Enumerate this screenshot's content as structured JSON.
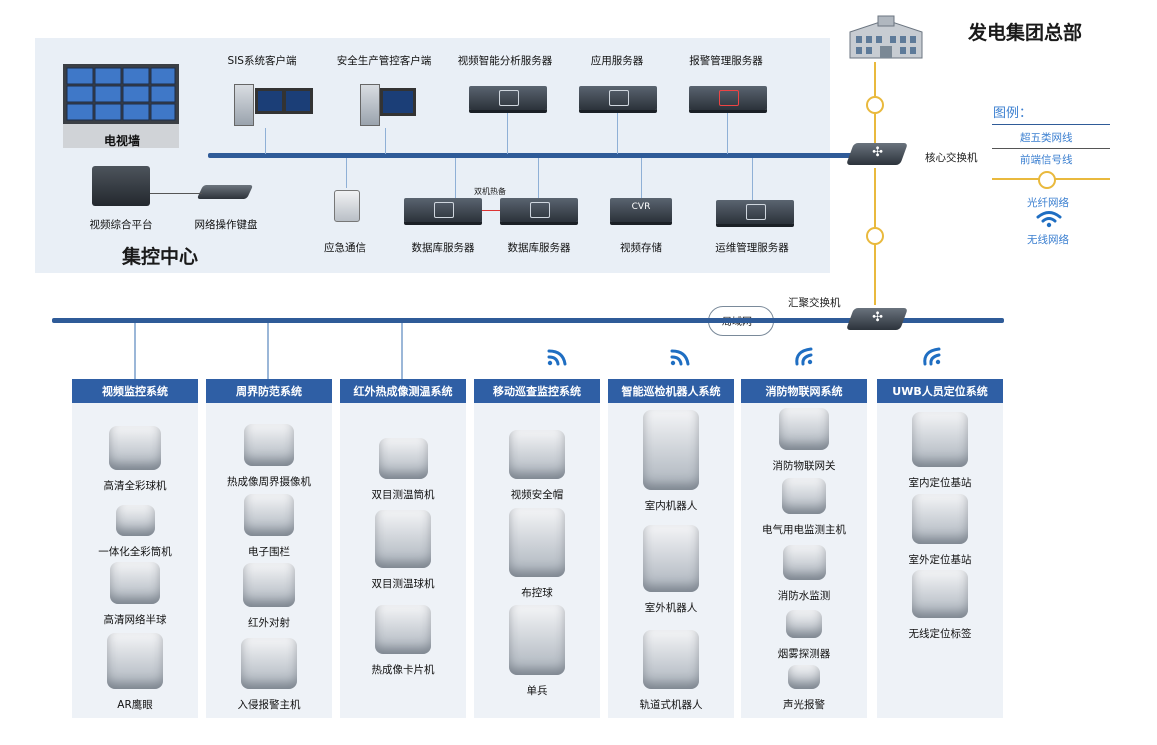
{
  "hq": {
    "title": "发电集团总部"
  },
  "center": {
    "title": "集控中心",
    "video_wall_label": "电视墙",
    "top_devices": [
      "SIS系统客户端",
      "安全生产管控客户端",
      "视频智能分析服务器",
      "应用服务器",
      "报警管理服务器"
    ],
    "left_devices": [
      "视频综合平台",
      "网络操作键盘"
    ],
    "bottom_devices": [
      "应急通信",
      "数据库服务器",
      "数据库服务器",
      "视频存储",
      "运维管理服务器"
    ],
    "hot_standby": "双机热备",
    "cvr_text": "CVR"
  },
  "switches": {
    "core": "核心交换机",
    "aggregation": "汇聚交换机",
    "lan": "局域网"
  },
  "legend": {
    "title": "图例：",
    "items": [
      "超五类网线",
      "前端信号线",
      "光纤网络",
      "无线网络"
    ],
    "colors": {
      "cat5": "#2f5b98",
      "signal": "#555555",
      "fiber": "#e9b93d",
      "wireless": "#1f6ec2"
    }
  },
  "systems": [
    {
      "name": "视频监控系统",
      "devices": [
        "高清全彩球机",
        "一体化全彩筒机",
        "高清网络半球",
        "AR鹰眼"
      ]
    },
    {
      "name": "周界防范系统",
      "devices": [
        "热成像周界摄像机",
        "电子围栏",
        "红外对射",
        "入侵报警主机"
      ]
    },
    {
      "name": "红外热成像测温系统",
      "devices": [
        "双目测温筒机",
        "双目测温球机",
        "热成像卡片机"
      ]
    },
    {
      "name": "移动巡查监控系统",
      "devices": [
        "视频安全帽",
        "布控球",
        "单兵"
      ]
    },
    {
      "name": "智能巡检机器人系统",
      "devices": [
        "室内机器人",
        "室外机器人",
        "轨道式机器人"
      ]
    },
    {
      "name": "消防物联网系统",
      "devices": [
        "消防物联网关",
        "电气用电监测主机",
        "消防水监测",
        "烟雾探测器",
        "声光报警"
      ]
    },
    {
      "name": "UWB人员定位系统",
      "devices": [
        "室内定位基站",
        "室外定位基站",
        "无线定位标签"
      ]
    }
  ]
}
